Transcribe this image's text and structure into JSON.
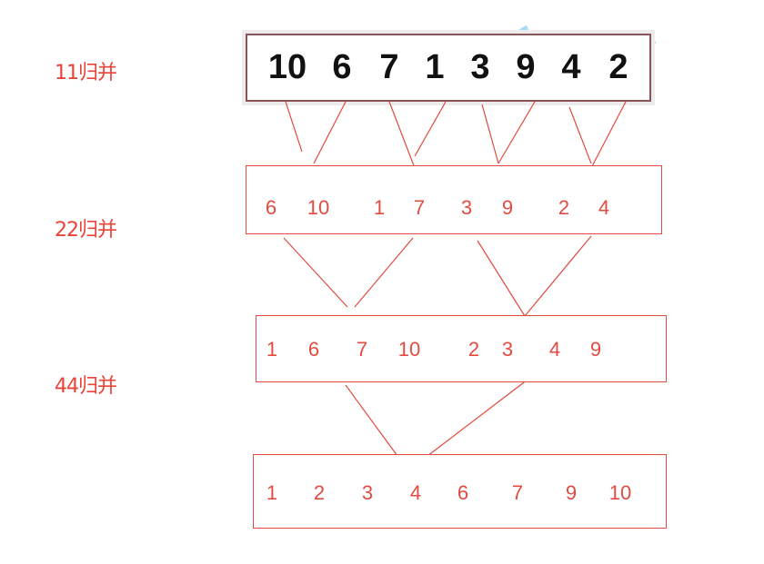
{
  "labels": {
    "level1": "11归并",
    "level2": "22归并",
    "level3": "44归并"
  },
  "input_row": [
    "10",
    "6",
    "7",
    "1",
    "3",
    "9",
    "4",
    "2"
  ],
  "row2": [
    "6",
    "10",
    "1",
    "7",
    "3",
    "9",
    "2",
    "4"
  ],
  "row3": [
    "1",
    "6",
    "7",
    "10",
    "2",
    "3",
    "4",
    "9"
  ],
  "row4": [
    "1",
    "2",
    "3",
    "4",
    "6",
    "7",
    "9",
    "10"
  ],
  "colors": {
    "line": "#e04a40",
    "text": "#e34b40",
    "top_text": "#111111"
  }
}
